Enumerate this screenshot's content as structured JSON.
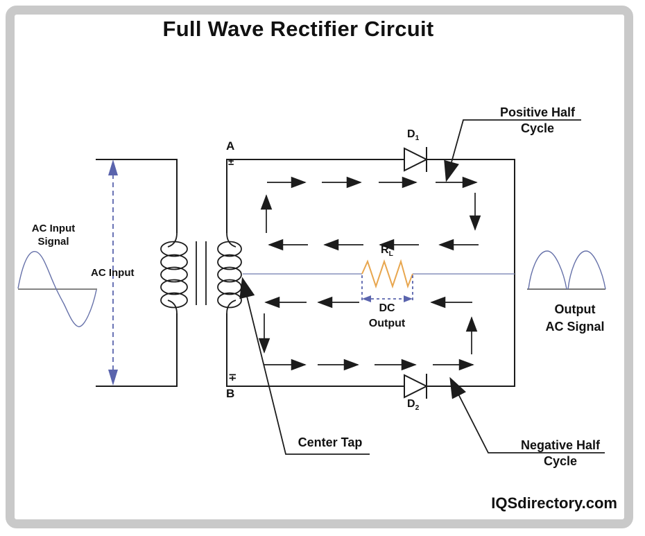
{
  "title": "Full Wave Rectifier Circuit",
  "branding": "IQSdirectory.com",
  "labels": {
    "ac_input_signal_line1": "AC Input",
    "ac_input_signal_line2": "Signal",
    "ac_input": "AC Input",
    "node_a": "A",
    "polarity_a": "±",
    "node_b": "B",
    "polarity_b": "∓",
    "diode1_base": "D",
    "diode1_sub": "1",
    "diode2_base": "D",
    "diode2_sub": "2",
    "resistor_base": "R",
    "resistor_sub": "L",
    "dc_output_line1": "DC",
    "dc_output_line2": "Output",
    "output_line1": "Output",
    "output_line2": "AC Signal",
    "positive_line1": "Positive Half",
    "positive_line2": "Cycle",
    "negative_line1": "Negative Half",
    "negative_line2": "Cycle",
    "center_tap": "Center Tap"
  },
  "colors": {
    "wire": "#1c1c1c",
    "measure_blue": "#5a64ad",
    "center_line": "#8590bc",
    "waveform_blue": "#6671a9",
    "resistor_orange": "#e8a64e",
    "frame_gray": "#c9c9c9"
  }
}
